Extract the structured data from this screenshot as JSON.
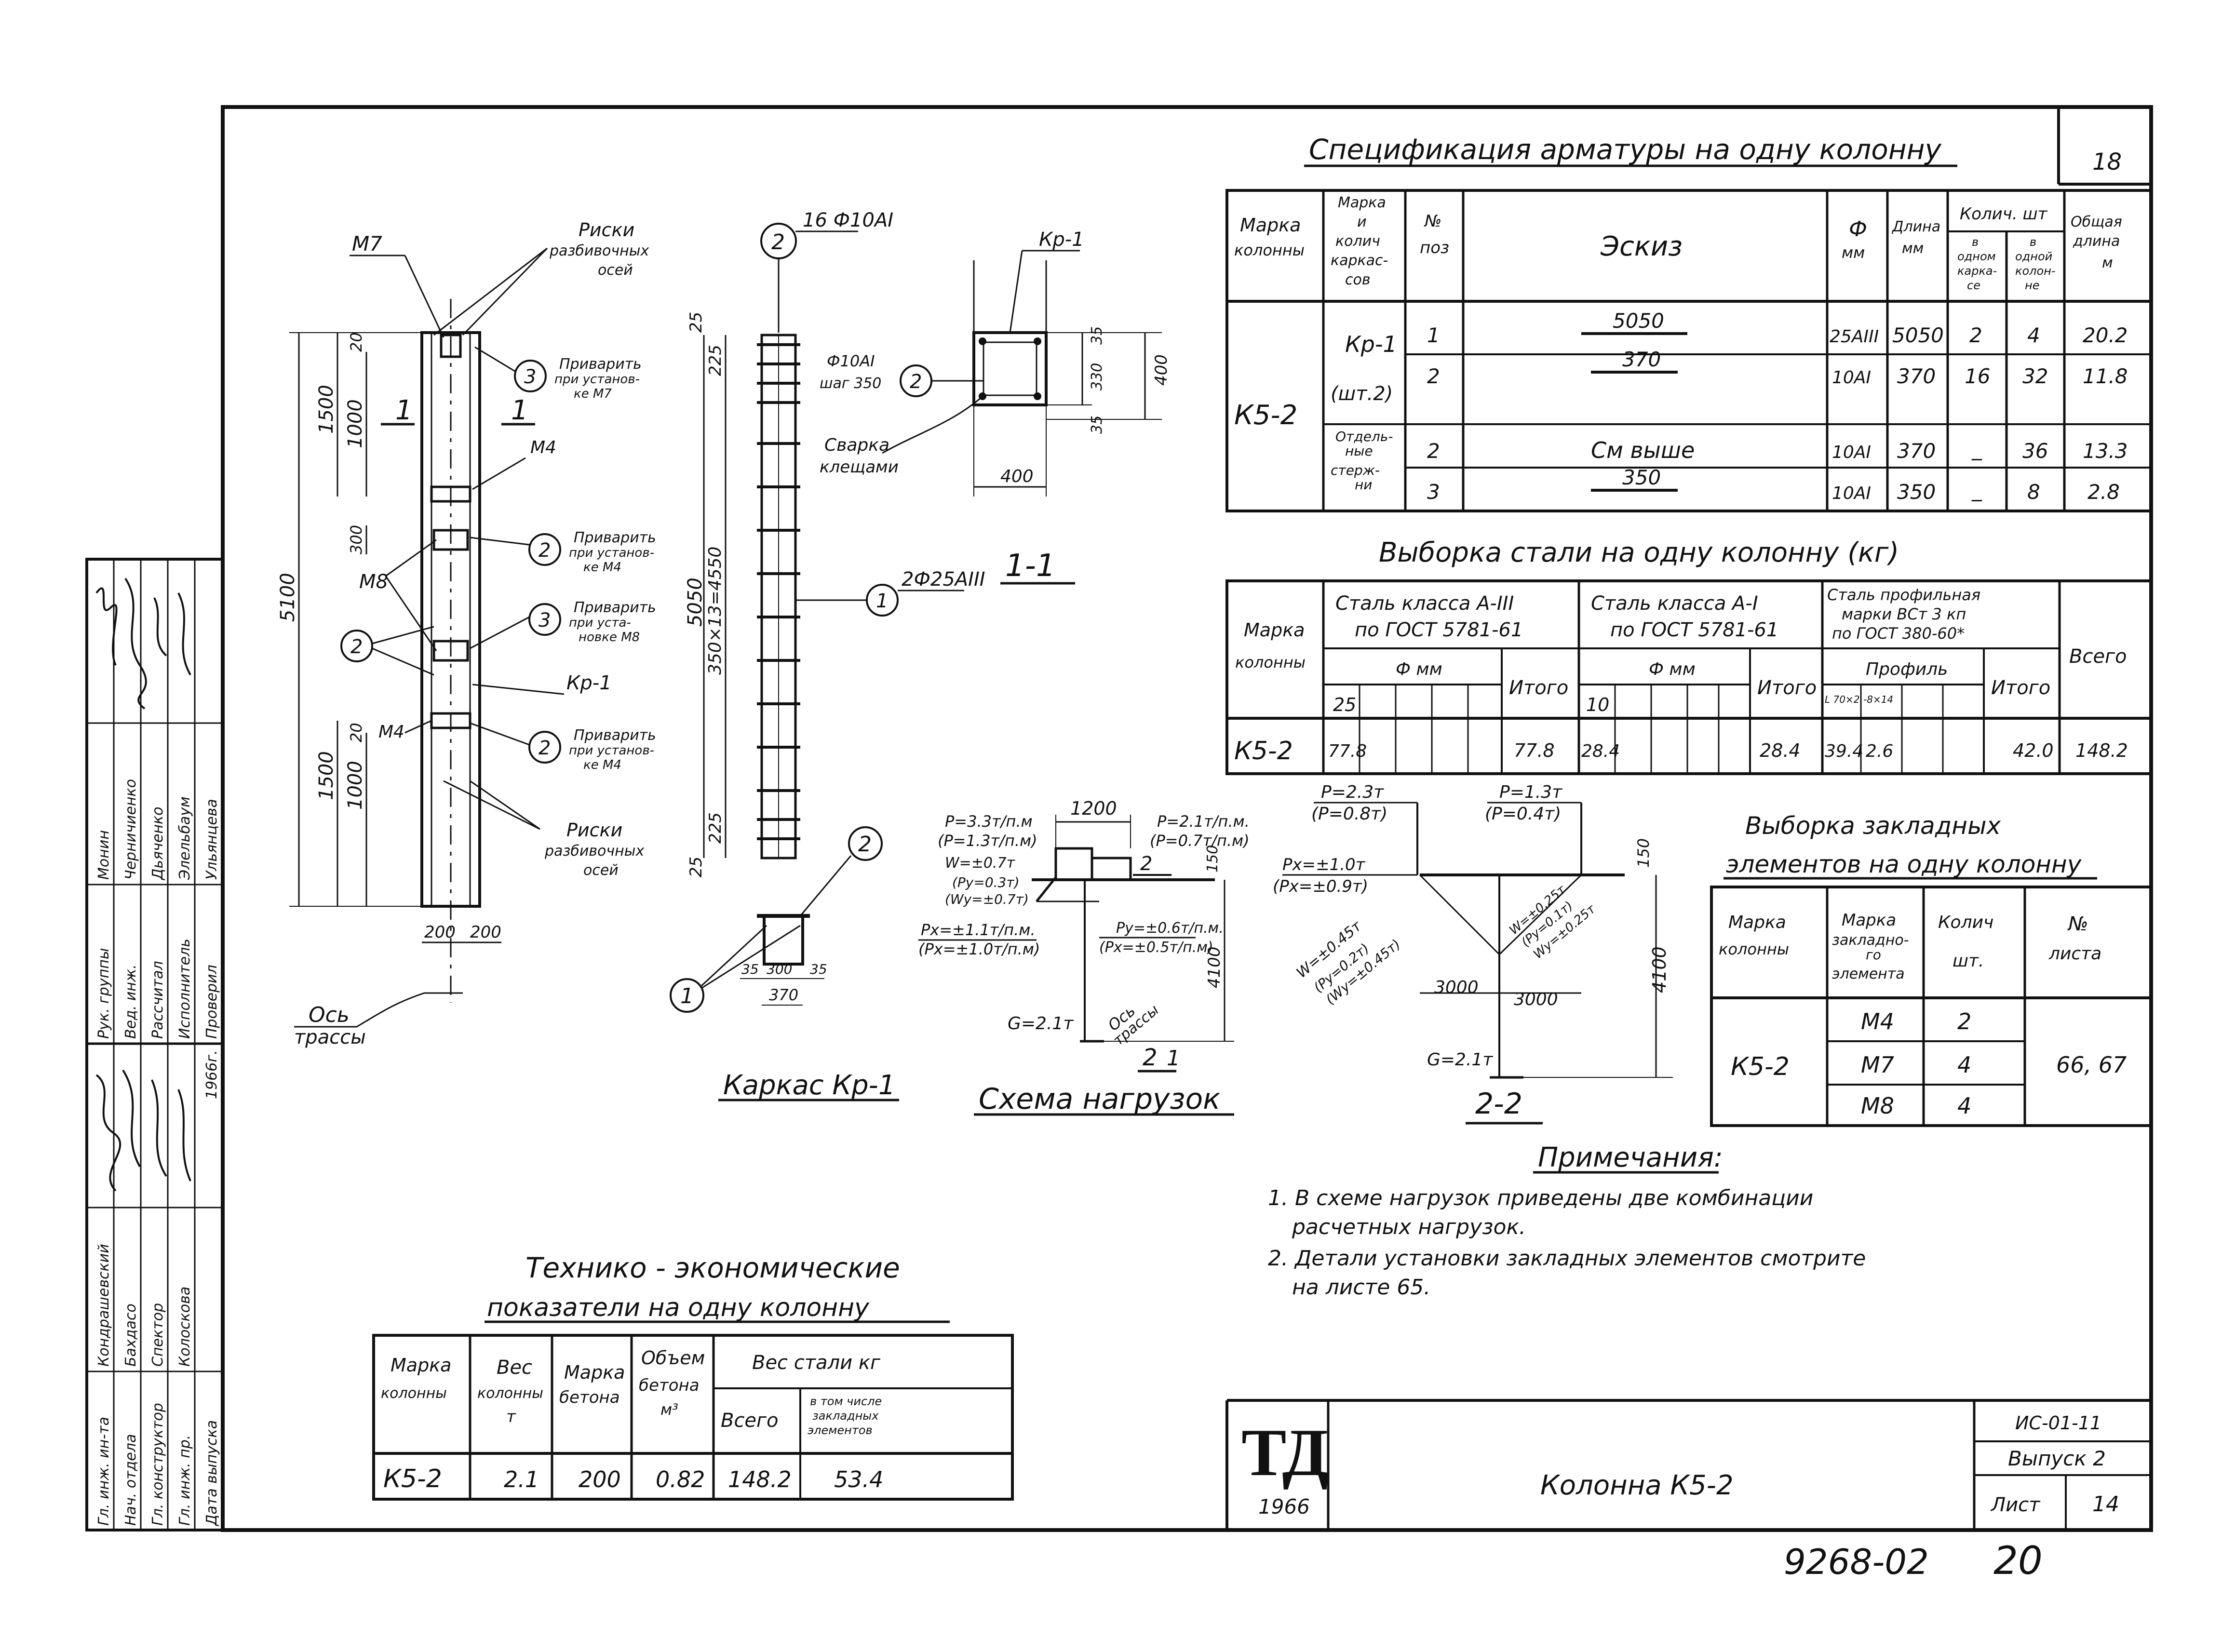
{
  "sheet_number_corner": "18",
  "spec": {
    "title": "Спецификация арматуры на одну колонну",
    "h_mark": [
      "Марка",
      "колонны"
    ],
    "h_frames": [
      "Марка",
      "и",
      "колич",
      "каркас-",
      "сов"
    ],
    "h_pos": [
      "№",
      "поз"
    ],
    "h_sketch": "Эскиз",
    "h_diam": [
      "Ф",
      "мм"
    ],
    "h_len": [
      "Длина",
      "мм"
    ],
    "h_qty": "Колич. шт",
    "h_qty_a": [
      "в",
      "одном",
      "карка-",
      "се"
    ],
    "h_qty_b": [
      "в",
      "одной",
      "колон-",
      "не"
    ],
    "h_total": [
      "Общая",
      "длина",
      "м"
    ],
    "column": "К5-2",
    "frame": "Кр-1",
    "frame_qty": "(шт.2)",
    "separate": [
      "Отдель-",
      "ные",
      "стерж-",
      "ни"
    ],
    "rows": [
      {
        "pos": "1",
        "sketch": "5050",
        "d": "25АIII",
        "len": "5050",
        "a": "2",
        "b": "4",
        "tot": "20.2"
      },
      {
        "pos": "2",
        "sketch": "370",
        "d": "10АI",
        "len": "370",
        "a": "16",
        "b": "32",
        "tot": "11.8"
      },
      {
        "pos": "2",
        "sketch": "См выше",
        "d": "10АI",
        "len": "370",
        "a": "_",
        "b": "36",
        "tot": "13.3"
      },
      {
        "pos": "3",
        "sketch": "350",
        "d": "10АI",
        "len": "350",
        "a": "_",
        "b": "8",
        "tot": "2.8"
      }
    ]
  },
  "steel": {
    "title": "Выборка стали на одну колонну (кг)",
    "h_mark": [
      "Марка",
      "колонны"
    ],
    "h_a3": [
      "Сталь класса А-III",
      "по ГОСТ 5781-61"
    ],
    "h_a1": [
      "Сталь класса А-I",
      "по ГОСТ 5781-61"
    ],
    "h_prof": [
      "Сталь профильная",
      "марки ВСт 3 кп",
      "по ГОСТ 380-60*"
    ],
    "h_diam": "Ф мм",
    "h_profile": "Профиль",
    "h_itogo": "Итого",
    "h_all": "Всего",
    "d25": "25",
    "d10": "10",
    "p1": "L 70×2",
    "p2": "-8×14",
    "row": {
      "mark": "К5-2",
      "a3_25": "77.8",
      "a3_tot": "77.8",
      "a1_10": "28.4",
      "a1_tot": "28.4",
      "p1": "39.4",
      "p2": "2.6",
      "p_tot": "42.0",
      "all": "148.2"
    }
  },
  "emb": {
    "title": [
      "Выборка закладных",
      "элементов на одну колонну"
    ],
    "h_col": [
      "Марка",
      "колонны"
    ],
    "h_el": [
      "Марка",
      "закладно-",
      "го",
      "элемента"
    ],
    "h_qty": [
      "Колич",
      "шт."
    ],
    "h_sheet": [
      "№",
      "листа"
    ],
    "column": "К5-2",
    "rows": [
      {
        "el": "М4",
        "q": "2"
      },
      {
        "el": "М7",
        "q": "4"
      },
      {
        "el": "М8",
        "q": "4"
      }
    ],
    "sheets": "66, 67"
  },
  "tech": {
    "title": [
      "Технико - экономические",
      "показатели на одну колонну"
    ],
    "h_mark": [
      "Марка",
      "колонны"
    ],
    "h_weight": [
      "Вес",
      "колонны",
      "т"
    ],
    "h_concrete": [
      "Марка",
      "бетона"
    ],
    "h_volume": [
      "Объем",
      "бетона",
      "м³"
    ],
    "h_steel": "Вес стали кг",
    "h_all": "Всего",
    "h_incl": [
      "в том числе",
      "закладных",
      "элементов"
    ],
    "row": {
      "mark": "К5-2",
      "weight": "2.1",
      "concrete": "200",
      "volume": "0.82",
      "all": "148.2",
      "incl": "53.4"
    }
  },
  "notes": {
    "title": "Примечания:",
    "lines": [
      "1. В схеме нагрузок приведены две комбинации",
      "расчетных нагрузок.",
      "2. Детали установки закладных элементов смотрите",
      "на листе 65."
    ]
  },
  "column_view": {
    "m7": "М7",
    "m4a": "М4",
    "m8": "М8",
    "m4b": "М4",
    "kr": "Кр-1",
    "risks_top": [
      "Риски",
      "разбивочных",
      "осей"
    ],
    "risks_bot": [
      "Риски",
      "разбивочных",
      "осей"
    ],
    "weld_m7": [
      "Приварить",
      "при установ-",
      "ке М7"
    ],
    "weld_m4a": [
      "Приварить",
      "при установ-",
      "ке М4"
    ],
    "weld_m8": [
      "Приварить",
      "при уста-",
      "новке М8"
    ],
    "weld_m4b": [
      "Приварить",
      "при установ-",
      "ке М4"
    ],
    "dims": {
      "d5100": "5100",
      "d1500a": "1500",
      "d1000a": "1000",
      "d1500b": "1500",
      "d1000b": "1000",
      "d300": "300",
      "d20a": "20",
      "d20b": "20",
      "d200a": "200",
      "d200b": "200"
    },
    "sec_mark": "1",
    "axis": [
      "Ось",
      "трассы"
    ],
    "b2": "2",
    "b3a": "3",
    "b3b": "3",
    "b2a": "2",
    "b2b": "2"
  },
  "frame_view": {
    "b2": "2",
    "top": "16 Ф10АI",
    "d25a": "25",
    "d225a": "225",
    "d5050": "5050",
    "d350": "350×13=4550",
    "d225b": "225",
    "d25b": "25",
    "b1": "1",
    "bar": "2Ф25АIII",
    "sec11": "1-1",
    "b2c": "2",
    "caption": "Каркас Кр-1",
    "detail": {
      "b1": "1",
      "d35a": "35",
      "d300": "300",
      "d35b": "35",
      "d370": "370"
    }
  },
  "section11": {
    "kr": "Кр-1",
    "stirrup": [
      "Ф10АI",
      "шаг 350"
    ],
    "b2": "2",
    "weld": [
      "Сварка",
      "клещами"
    ],
    "d35a": "35",
    "d330": "330",
    "d35b": "35",
    "d400v": "400",
    "d400h": "400"
  },
  "loads": {
    "caption": "Схема нагрузок",
    "sec": "2",
    "sec_u": "1",
    "d1200": "1200",
    "p1": "Р=3.3т/п.м",
    "p1b": "(Р=1.3т/п.м)",
    "p2": "Р=2.1т/п.м.",
    "p2b": "(Р=0.7т/п.м)",
    "w1": "W=±0.7т",
    "w2": "(Ру=0.3т)",
    "w3": "(Wу=±0.7т)",
    "px1": "Рх=±1.1т/п.м.",
    "px1b": "(Рх=±1.0т/п.м)",
    "py": "Ру=±0.6т/п.м.",
    "pyb": "(Рх=±0.5т/п.м)",
    "b2": "2",
    "d150": "150",
    "d4100": "4100",
    "g": "G=2.1т",
    "axis": [
      "Ось",
      "трассы"
    ]
  },
  "sec22": {
    "caption": "2-2",
    "p1": "Р=2.3т",
    "p1b": "(Р=0.8т)",
    "p2": "Р=1.3т",
    "p2b": "(Р=0.4т)",
    "px": "Рх=±1.0т",
    "pxb": "(Рх=±0.9т)",
    "w1": "W=±0.45т",
    "w2": "(Ру=0.2т)",
    "w3": "(Wу=±0.45т)",
    "wr1": "W=±0.25т",
    "wr2": "(Ру=0.1т)",
    "wr3": "Wу=±0.25т",
    "d3000a": "3000",
    "d3000b": "3000",
    "d150": "150",
    "d4100": "4100",
    "g": "G=2.1т"
  },
  "stamp": {
    "logo": "ТД",
    "year": "1966",
    "name": "Колонна К5-2",
    "code": "ИС-01-11",
    "issue": "Выпуск 2",
    "sheet_l": "Лист",
    "sheet_n": "14"
  },
  "side": {
    "rows": [
      {
        "role": "Гл. инж. ин-та",
        "name": "Кондрашевский"
      },
      {
        "role": "Нач. отдела",
        "name": "Бахдасо"
      },
      {
        "role": "Гл. конструктор",
        "name": "Спектор"
      },
      {
        "role": "Гл. инж. пр.",
        "name": "Колоскова"
      },
      {
        "role": "Дата выпуска",
        "name": "1966г."
      },
      {
        "role": "Рук. группы",
        "name": "Монин"
      },
      {
        "role": "Вед. инж.",
        "name": "Черничиенко"
      },
      {
        "role": "Рассчитал",
        "name": "Дьяченко"
      },
      {
        "role": "Исполнитель",
        "name": "Элельбаум"
      },
      {
        "role": "Проверил",
        "name": "Ульянцева"
      }
    ]
  },
  "bottom_number": "9268-02",
  "bottom_page": "20"
}
